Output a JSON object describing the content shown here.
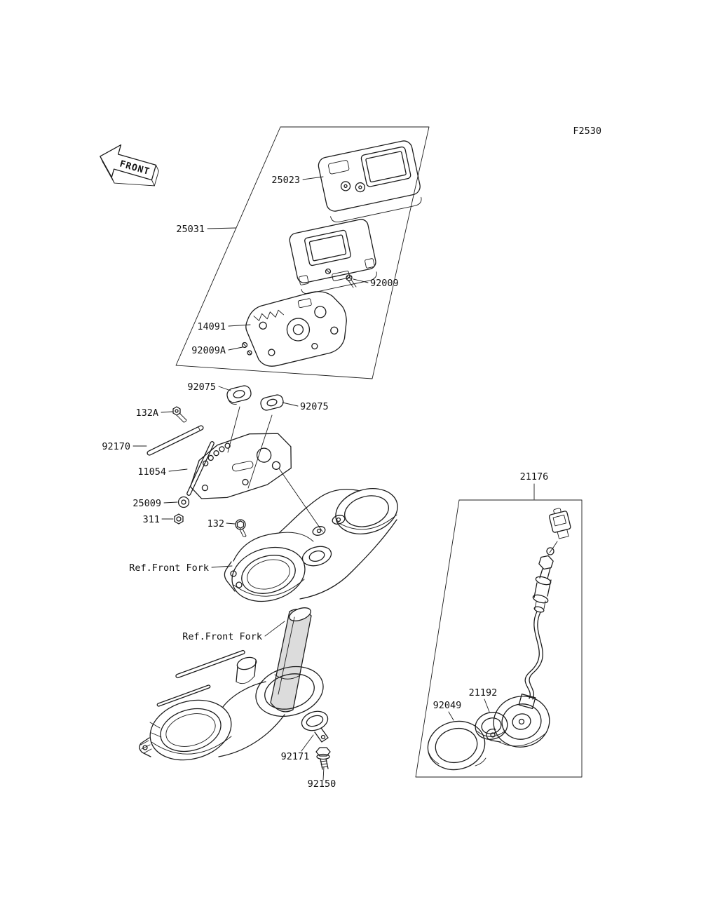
{
  "page": {
    "figure_code": "F2530",
    "background": "#ffffff",
    "line_color": "#1c1c1c",
    "shade_color": "#dcdcdc"
  },
  "front_arrow": {
    "label": "FRONT"
  },
  "callouts": [
    "25023",
    "25031",
    "92009",
    "14091",
    "92009A",
    "92075",
    "92075",
    "132A",
    "92170",
    "11054",
    "25009",
    "311",
    "132",
    "21176",
    "21192",
    "92049",
    "92171",
    "92150"
  ],
  "reference_labels": [
    "Ref.Front Fork",
    "Ref.Front Fork"
  ]
}
